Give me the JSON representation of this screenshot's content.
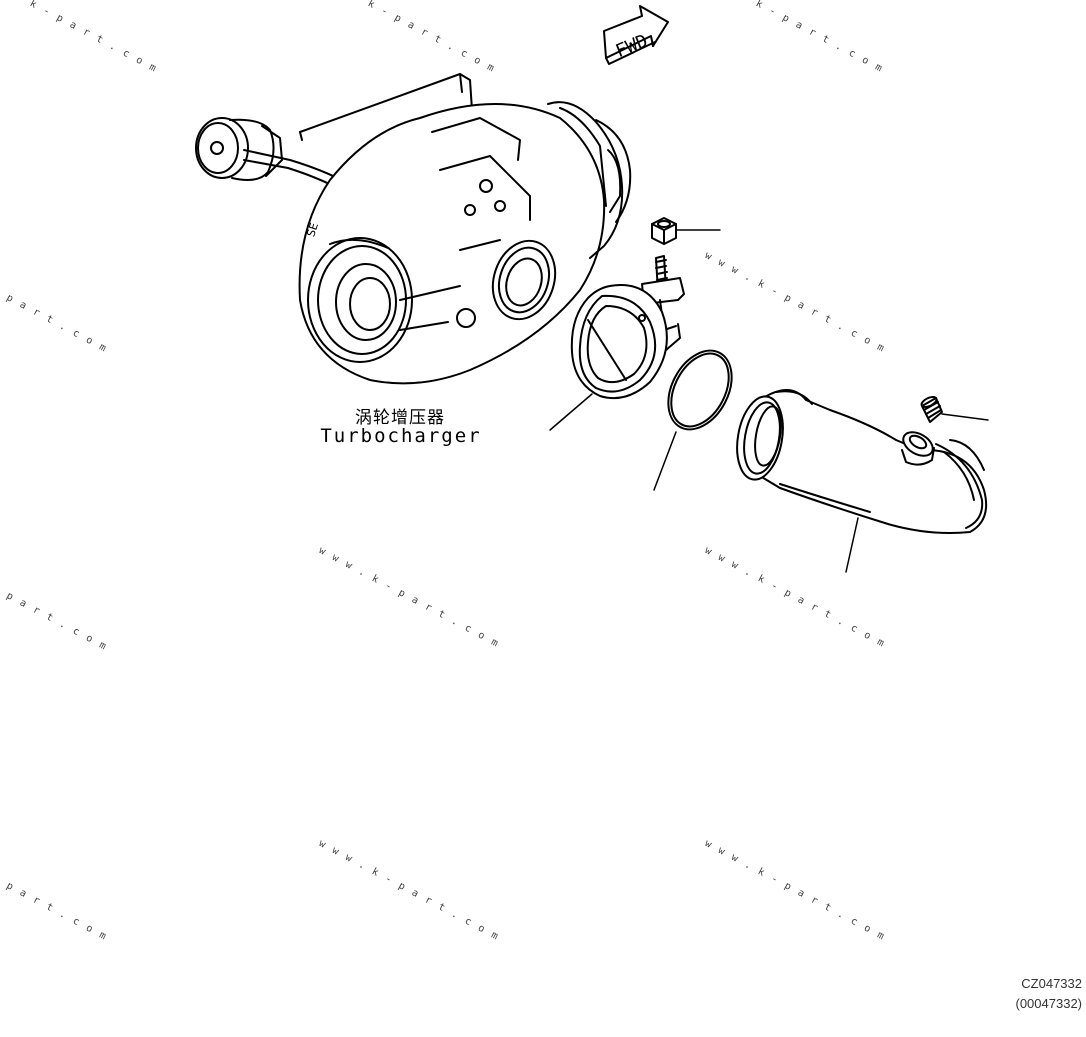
{
  "direction_arrow": {
    "label": "FWD",
    "icon": "fwd-arrow-icon"
  },
  "labels": {
    "turbocharger_cn": "涡轮增压器",
    "turbocharger_en": "Turbocharger"
  },
  "watermark": "www.k-part.com",
  "reference": {
    "code": "CZ047332",
    "code_alt": "(00047332)"
  },
  "parts": [
    {
      "name": "turbocharger-part"
    },
    {
      "name": "nut-part"
    },
    {
      "name": "v-band-clamp-part"
    },
    {
      "name": "o-ring-part"
    },
    {
      "name": "elbow-pipe-part"
    },
    {
      "name": "plug-part"
    }
  ]
}
